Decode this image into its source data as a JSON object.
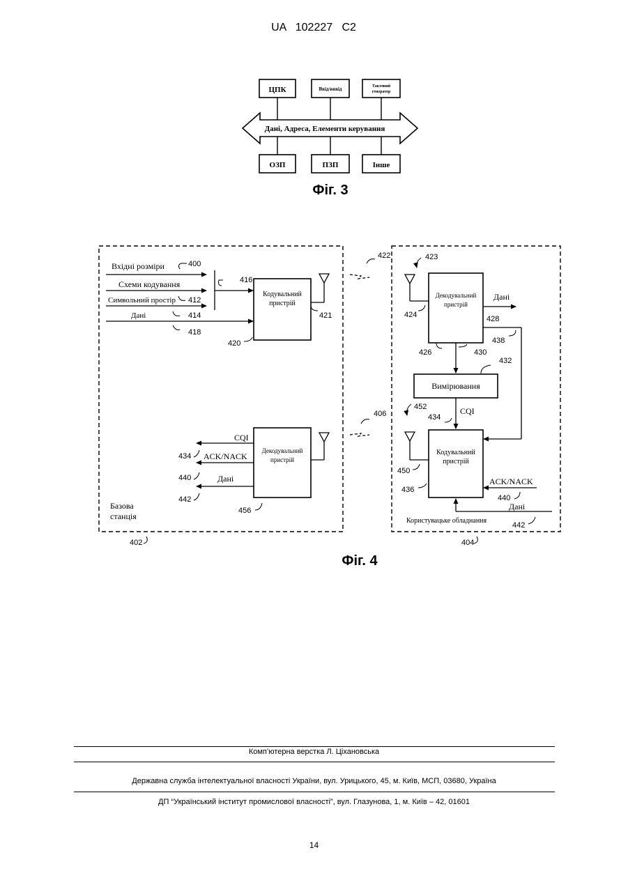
{
  "header": {
    "doc_id": "UA   102227   C2"
  },
  "fig3": {
    "caption": "Фіг. 3",
    "top_boxes": [
      "ЦПК",
      "Ввід/вивід",
      "Тактовий",
      "генератор"
    ],
    "bus_label": "Дані, Адреса, Елементи керування",
    "bottom_boxes": [
      "ОЗП",
      "ПЗП",
      "Інше"
    ]
  },
  "fig4": {
    "caption": "Фіг. 4",
    "base": {
      "inputs": [
        "Вхідні розміри",
        "Схеми кодування",
        "Символьний простір",
        "Дані"
      ],
      "encoder": [
        "Кодувальний",
        "пристрій"
      ],
      "decoder": [
        "Декодувальний",
        "пристрій"
      ],
      "outputs": [
        "CQI",
        "ACK/NACK",
        "Дані"
      ],
      "station": [
        "Базова",
        "станція"
      ],
      "refs": [
        "400",
        "416",
        "412",
        "414",
        "418",
        "420",
        "421",
        "434",
        "440",
        "442",
        "456",
        "402"
      ]
    },
    "link_refs": [
      "422",
      "406"
    ],
    "ue": {
      "decoder": [
        "Декодувальний",
        "пристрій"
      ],
      "data_out": "Дані",
      "measure": "Вимірювання",
      "cqi": "CQI",
      "encoder": [
        "Кодувальний",
        "пристрій"
      ],
      "ack": "ACK/NACK",
      "data_in": "Дані",
      "label": "Користувацьке обладнання",
      "refs": [
        "423",
        "424",
        "428",
        "438",
        "426",
        "430",
        "432",
        "452",
        "434",
        "450",
        "436",
        "440",
        "442",
        "404"
      ]
    }
  },
  "footer": {
    "line1": "Комп’ютерна верстка Л. Ціхановська",
    "line2": "Державна служба інтелектуальної власності України, вул. Урицького, 45, м. Київ, МСП, 03680, Україна",
    "line3": "ДП “Український інститут промислової власності”, вул. Глазунова, 1, м. Київ – 42, 01601",
    "page_number": "14"
  }
}
